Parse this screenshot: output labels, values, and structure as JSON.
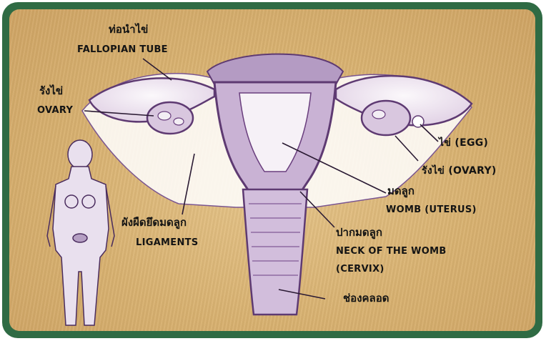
{
  "labels": {
    "fallopian_th": "ท่อนำไข่",
    "fallopian_en": "FALLOPIAN TUBE",
    "ovary_left_th": "รังไข่",
    "ovary_left_en": "OVARY",
    "egg": "ไข่ (EGG)",
    "ovary_right": "รังไข่ (OVARY)",
    "womb_th": "มดลูก",
    "womb_en": "WOMB (UTERUS)",
    "ligament_th": "ผังผืดยึดมดลูก",
    "ligament_en": "LIGAMENTS",
    "cervix_th": "ปากมดลูก",
    "cervix_en_1": "NECK OF THE WOMB",
    "cervix_en_2": "(CERVIX)",
    "vagina_th": "ช่องคลอด"
  },
  "colors": {
    "frame": "#2f6b44",
    "background": "#d8b170",
    "tissue": "#f3eef4",
    "outline": "#6a3f7e"
  }
}
